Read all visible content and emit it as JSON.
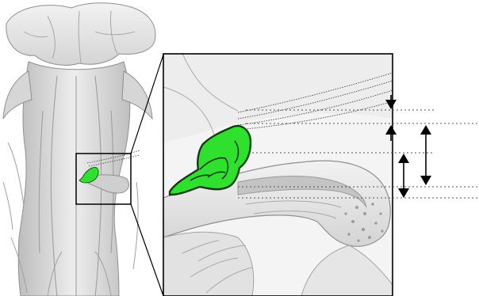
{
  "figure": {
    "structures": {
      "highlight": {
        "name": "highlighted-structure",
        "fill": "#2FE02F",
        "outline": "#0E3D0E"
      },
      "anatomy": {
        "name": "brainstem-illustration",
        "base_fill": "#E8E8E8",
        "shade_fill": "#C9C9C9",
        "edge_stroke": "#8F8F8F"
      }
    },
    "callout": {
      "frame_color": "#000000",
      "guide_color": "#555555"
    },
    "arrows": [
      {
        "name": "arrow-down-indicator",
        "direction": "down"
      },
      {
        "name": "arrow-up-indicator",
        "direction": "up"
      },
      {
        "name": "double-arrow-short",
        "direction": "both"
      },
      {
        "name": "double-arrow-long",
        "direction": "both"
      }
    ]
  }
}
